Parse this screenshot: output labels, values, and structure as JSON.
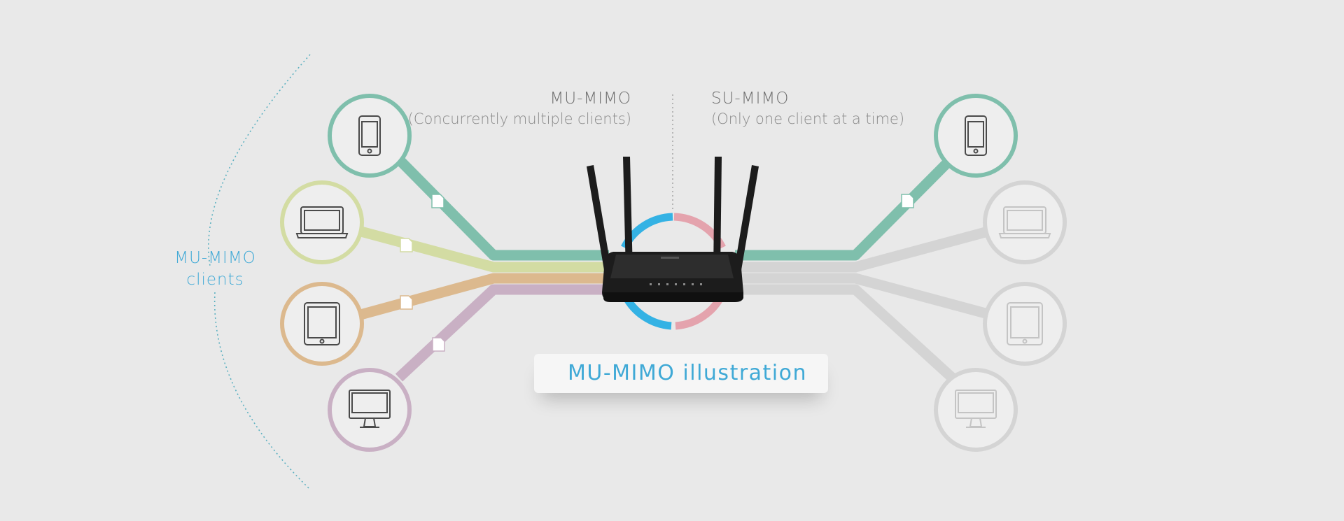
{
  "mu_mimo": {
    "title": "MU-MIMO",
    "subtitle": "(Concurrently multiple clients)",
    "clients_label_line1": "MU-MIMO",
    "clients_label_line2": "clients",
    "devices": [
      {
        "name": "smartphone",
        "icon": "smartphone-icon",
        "color": "#7fbfac"
      },
      {
        "name": "laptop",
        "icon": "laptop-icon",
        "color": "#d3dca3"
      },
      {
        "name": "tablet",
        "icon": "tablet-icon",
        "color": "#dcb98e"
      },
      {
        "name": "desktop",
        "icon": "desktop-monitor-icon",
        "color": "#c9b0c4"
      }
    ]
  },
  "su_mimo": {
    "title": "SU-MIMO",
    "subtitle": "(Only one client at a time)",
    "devices": [
      {
        "name": "smartphone",
        "icon": "smartphone-icon",
        "color": "#7fbfac",
        "active": true
      },
      {
        "name": "laptop",
        "icon": "laptop-icon",
        "color": "#d4d4d4",
        "active": false
      },
      {
        "name": "tablet",
        "icon": "tablet-icon",
        "color": "#d4d4d4",
        "active": false
      },
      {
        "name": "desktop",
        "icon": "desktop-monitor-icon",
        "color": "#d4d4d4",
        "active": false
      }
    ]
  },
  "caption": "MU-MIMO illustration",
  "colors": {
    "accent_blue": "#3fa9d6",
    "ring_blue": "#34b2e4",
    "ring_pink": "#e4a3ad",
    "inactive": "#d4d4d4",
    "router_body": "#1c1c1c"
  }
}
